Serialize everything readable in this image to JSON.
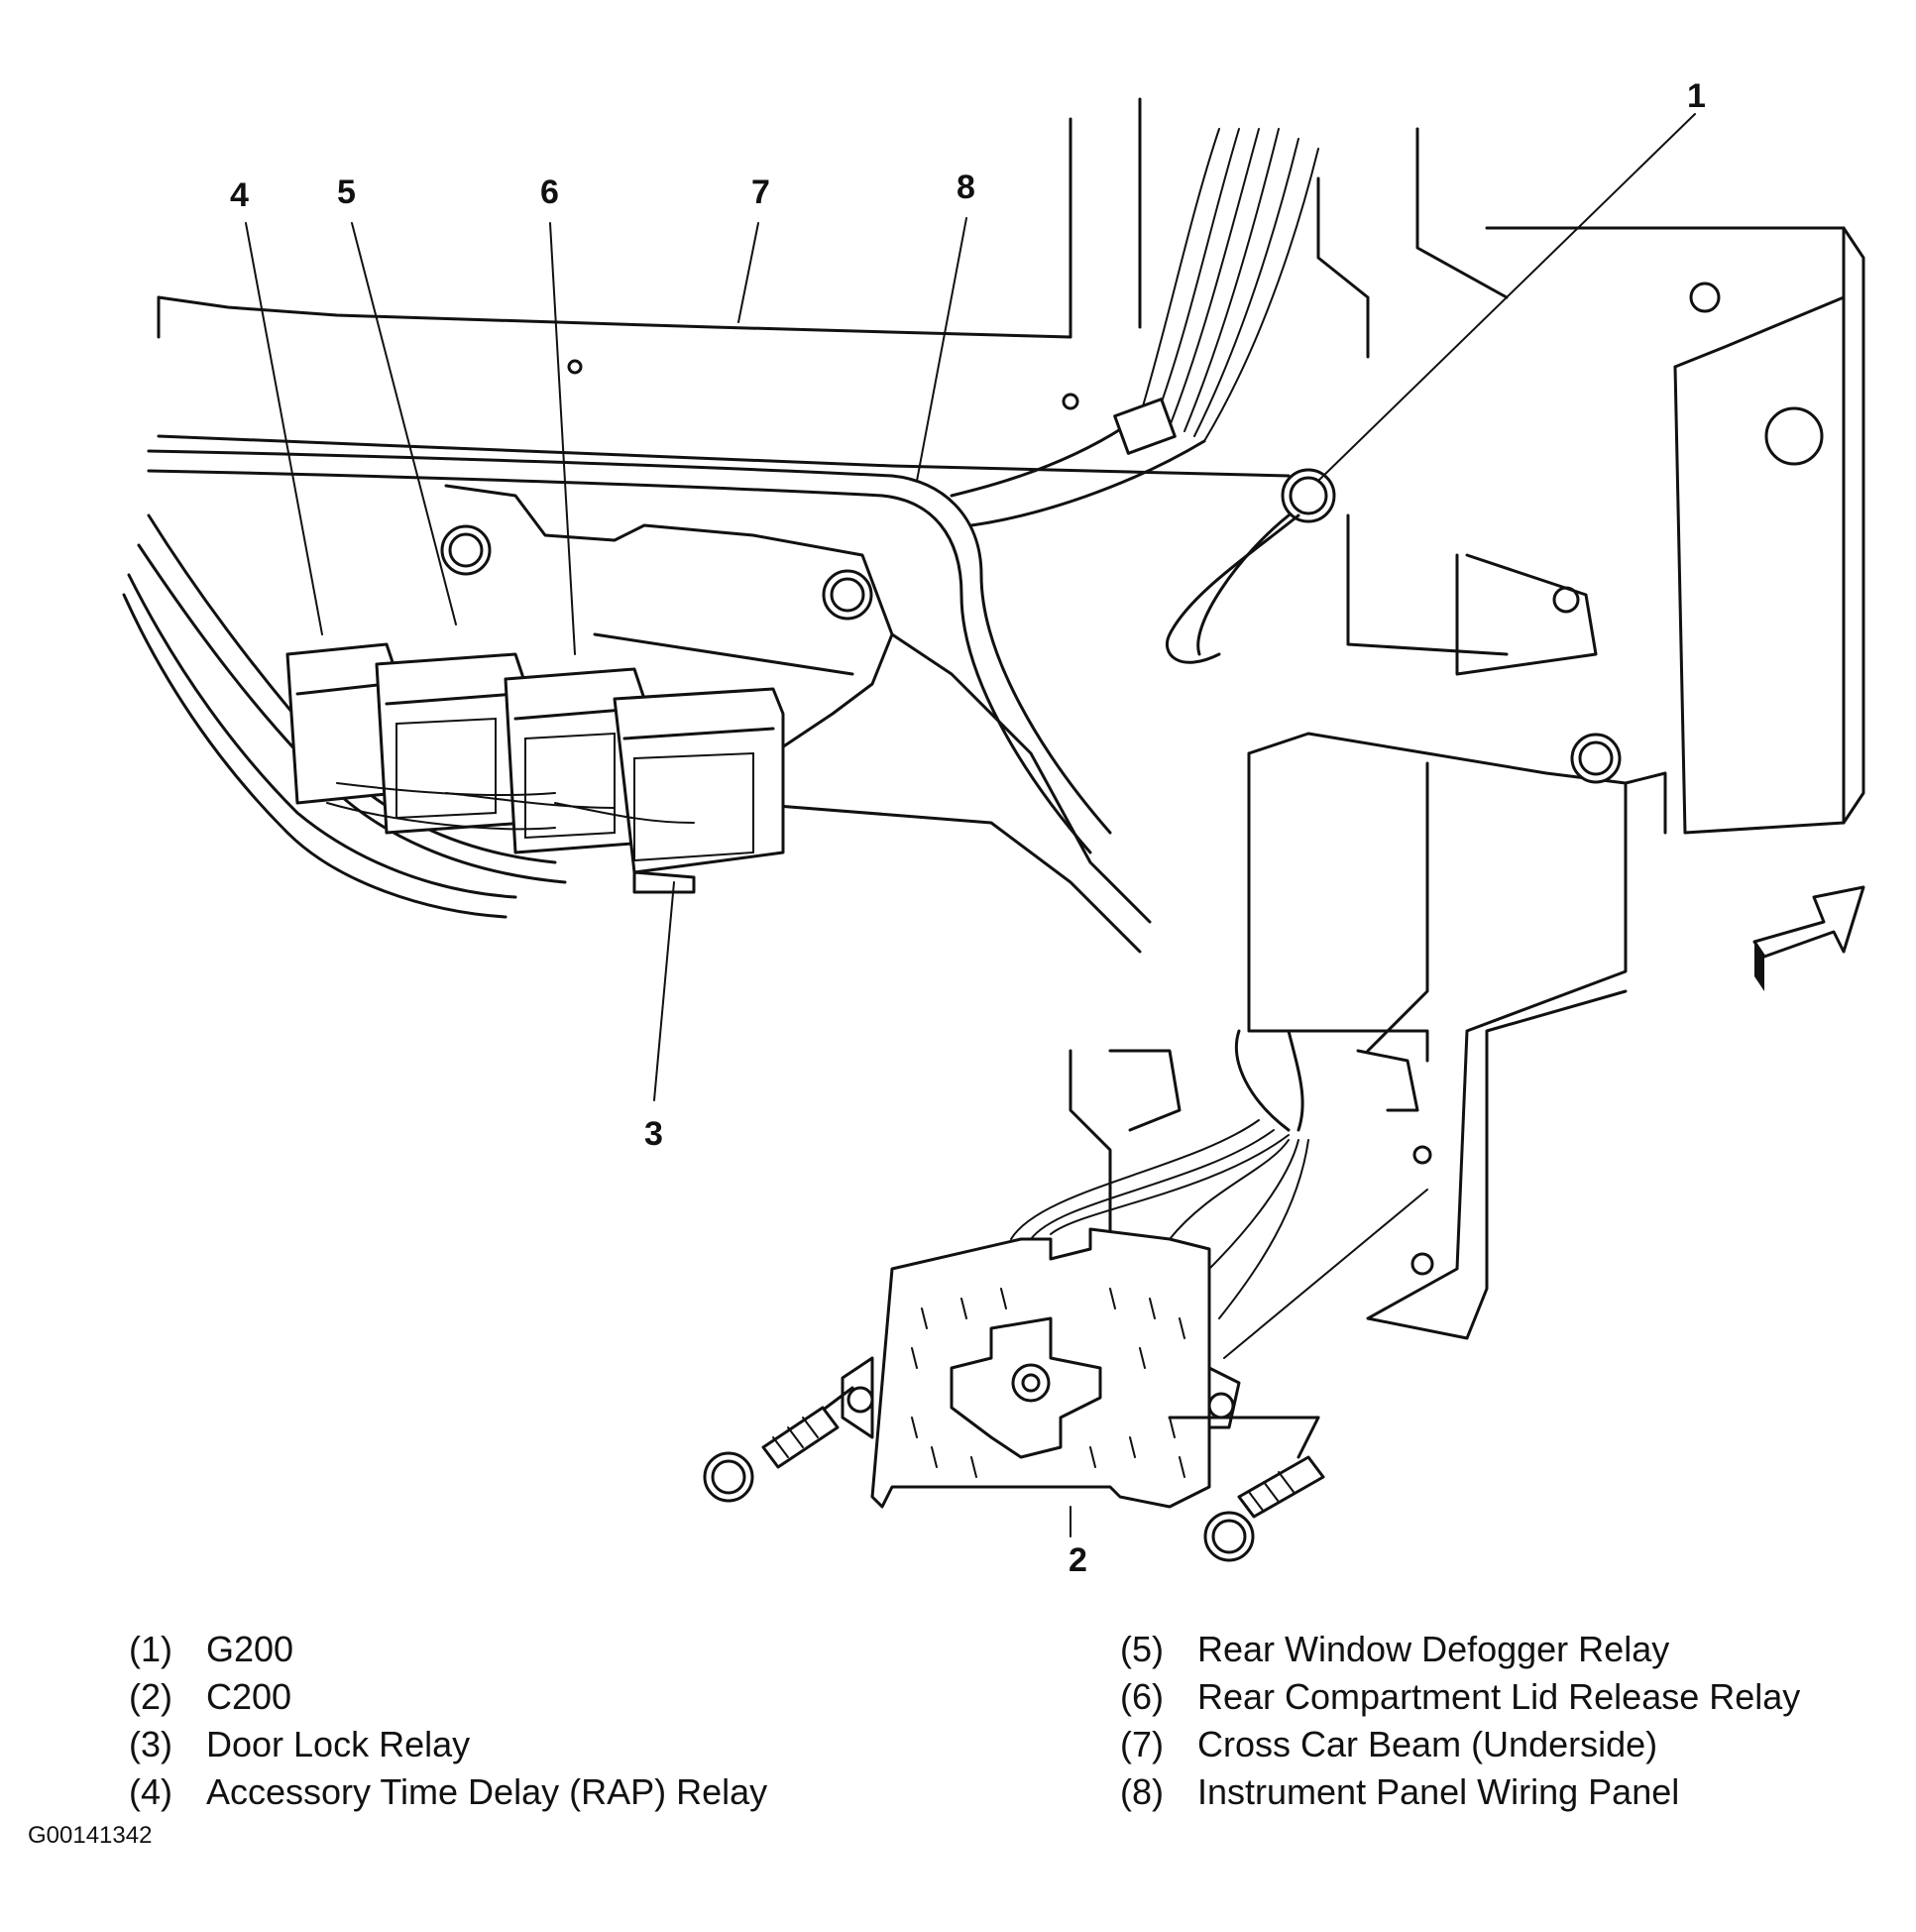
{
  "callouts": [
    {
      "id": "callout-1",
      "text": "1"
    },
    {
      "id": "callout-2",
      "text": "2"
    },
    {
      "id": "callout-3",
      "text": "3"
    },
    {
      "id": "callout-4",
      "text": "4"
    },
    {
      "id": "callout-5",
      "text": "5"
    },
    {
      "id": "callout-6",
      "text": "6"
    },
    {
      "id": "callout-7",
      "text": "7"
    },
    {
      "id": "callout-8",
      "text": "8"
    }
  ],
  "legend": {
    "left": [
      {
        "num": "(1)",
        "label": "G200"
      },
      {
        "num": "(2)",
        "label": "C200"
      },
      {
        "num": "(3)",
        "label": "Door Lock Relay"
      },
      {
        "num": "(4)",
        "label": "Accessory Time Delay (RAP) Relay"
      }
    ],
    "right": [
      {
        "num": "(5)",
        "label": "Rear Window Defogger Relay"
      },
      {
        "num": "(6)",
        "label": "Rear Compartment Lid Release Relay"
      },
      {
        "num": "(7)",
        "label": "Cross Car Beam (Underside)"
      },
      {
        "num": "(8)",
        "label": "Instrument Panel Wiring Panel"
      }
    ]
  },
  "figure_id": "G00141342"
}
